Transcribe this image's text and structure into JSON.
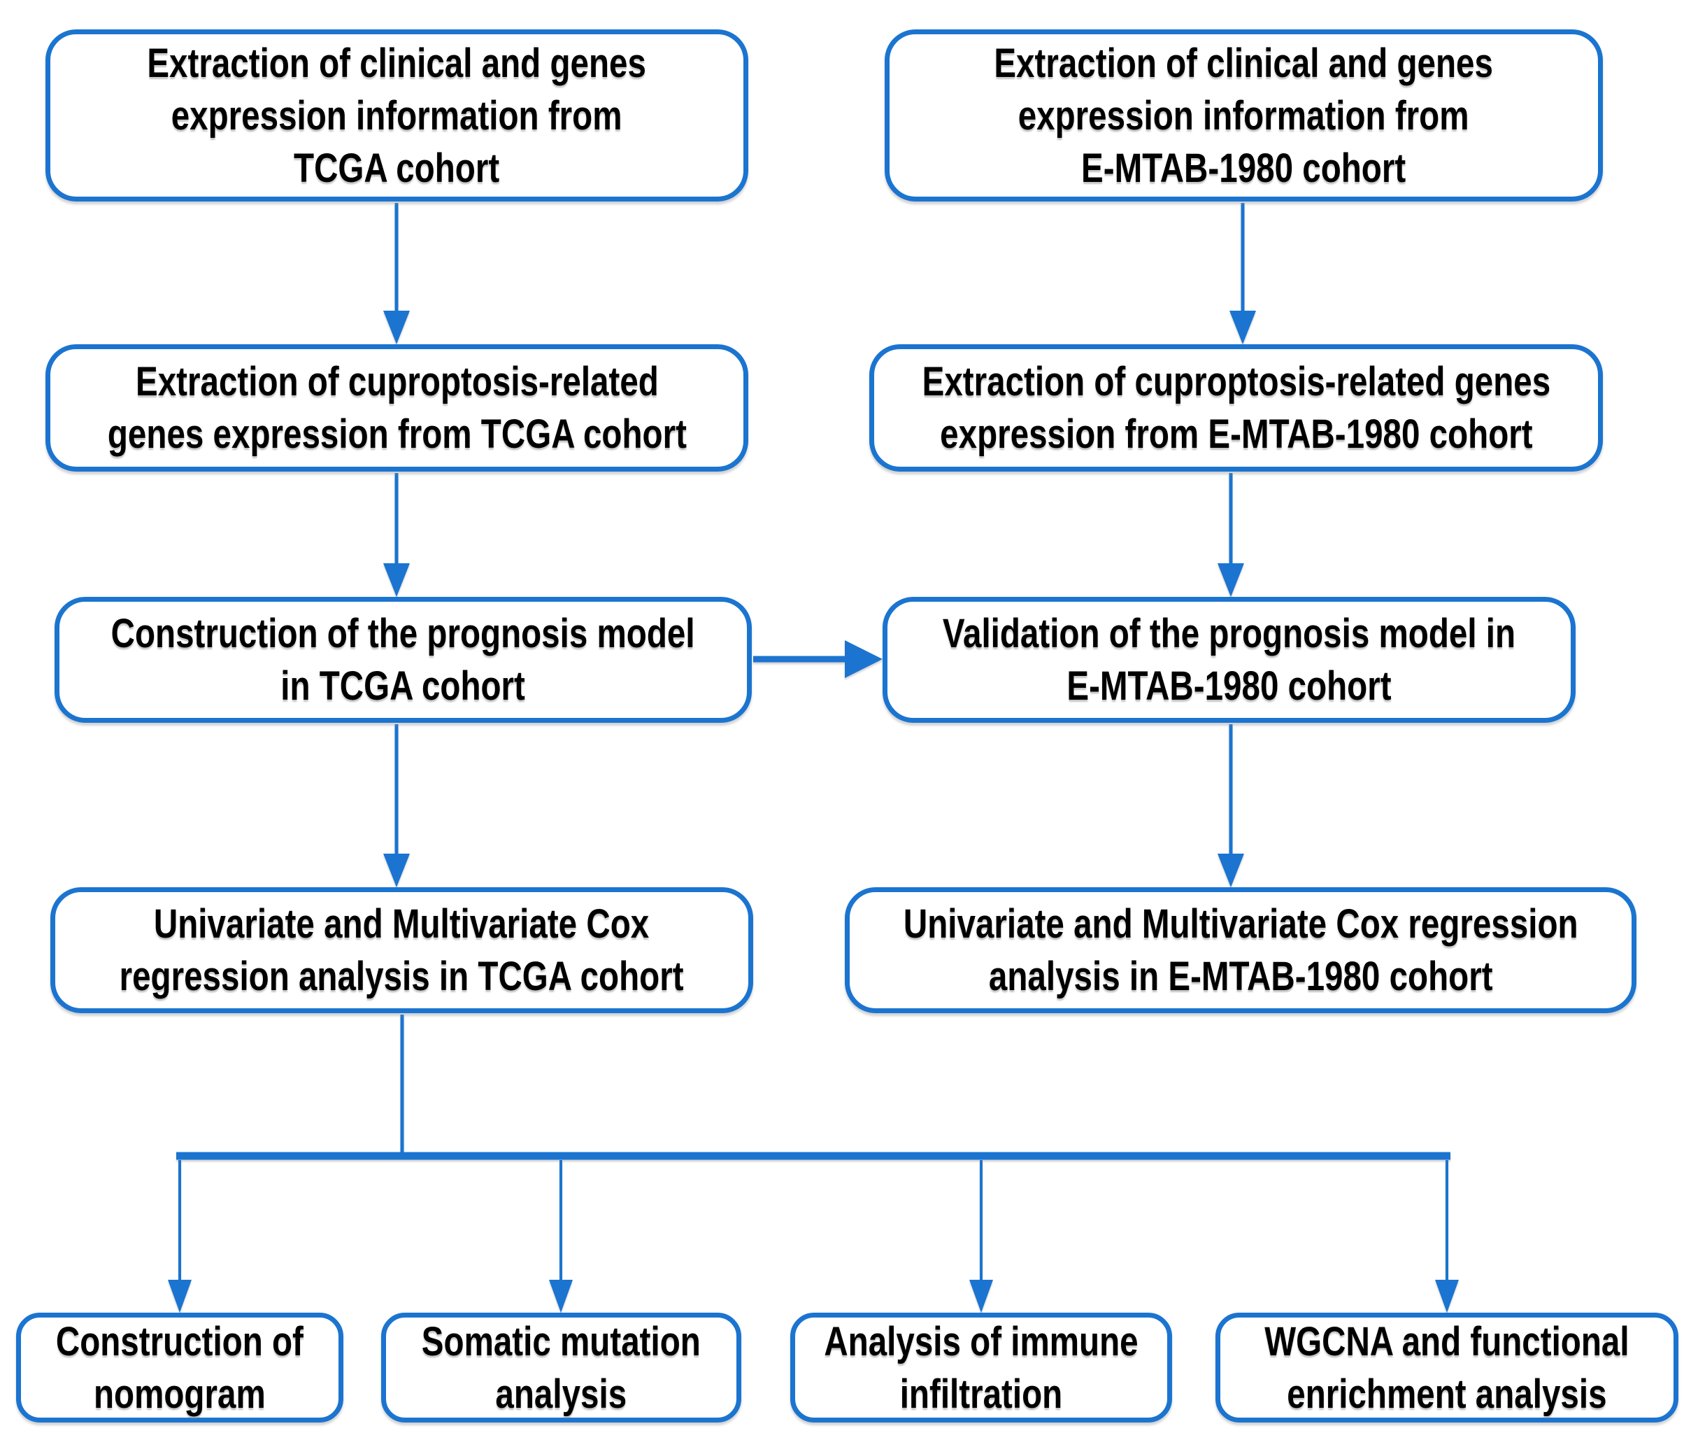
{
  "colors": {
    "accent": "#1B74D0",
    "text": "#000000",
    "box_fill": "#FFFFFF"
  },
  "nodes": {
    "tcga_extract": {
      "label": [
        "Extraction of clinical and genes",
        "expression information from",
        "TCGA cohort"
      ]
    },
    "emtab_extract": {
      "label": [
        "Extraction of clinical and genes",
        "expression information from",
        "E-MTAB-1980 cohort"
      ]
    },
    "tcga_cuproptosis": {
      "label": [
        "Extraction of cuproptosis-related",
        "genes expression from TCGA cohort"
      ]
    },
    "emtab_cuproptosis": {
      "label": [
        "Extraction of cuproptosis-related genes",
        "expression from E-MTAB-1980 cohort"
      ]
    },
    "tcga_model": {
      "label": [
        "Construction of the prognosis model",
        "in TCGA cohort"
      ]
    },
    "emtab_validation": {
      "label": [
        "Validation of the prognosis model in",
        "E-MTAB-1980 cohort"
      ]
    },
    "tcga_cox": {
      "label": [
        "Univariate and Multivariate Cox",
        "regression analysis in TCGA cohort"
      ]
    },
    "emtab_cox": {
      "label": [
        "Univariate and Multivariate Cox regression",
        "analysis in E-MTAB-1980 cohort"
      ]
    },
    "nomogram": {
      "label": [
        "Construction of",
        "nomogram"
      ]
    },
    "somatic": {
      "label": [
        "Somatic mutation",
        "analysis"
      ]
    },
    "immune": {
      "label": [
        "Analysis of immune",
        "infiltration"
      ]
    },
    "wgcna": {
      "label": [
        "WGCNA and functional",
        "enrichment analysis"
      ]
    }
  },
  "edges": [
    {
      "from": "tcga_extract",
      "to": "tcga_cuproptosis"
    },
    {
      "from": "emtab_extract",
      "to": "emtab_cuproptosis"
    },
    {
      "from": "tcga_cuproptosis",
      "to": "tcga_model"
    },
    {
      "from": "emtab_cuproptosis",
      "to": "emtab_validation"
    },
    {
      "from": "tcga_model",
      "to": "emtab_validation"
    },
    {
      "from": "tcga_model",
      "to": "tcga_cox"
    },
    {
      "from": "emtab_validation",
      "to": "emtab_cox"
    },
    {
      "from": "tcga_cox",
      "to": "nomogram"
    },
    {
      "from": "tcga_cox",
      "to": "somatic"
    },
    {
      "from": "tcga_cox",
      "to": "immune"
    },
    {
      "from": "tcga_cox",
      "to": "wgcna"
    }
  ]
}
